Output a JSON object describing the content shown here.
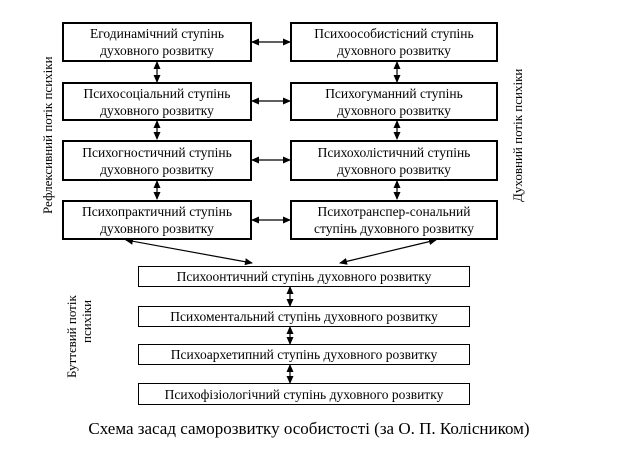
{
  "left_column": [
    {
      "label": "Егодинамічний ступінь духовного розвитку"
    },
    {
      "label": "Психосоціальний ступінь духовного розвитку"
    },
    {
      "label": "Психогностичний ступінь духовного розвитку"
    },
    {
      "label": "Психопрактичний ступінь духовного розвитку"
    }
  ],
  "right_column": [
    {
      "label": "Психоособистісний ступінь духовного розвитку"
    },
    {
      "label": "Психогуманний ступінь духовного розвитку"
    },
    {
      "label": "Психохолістичний ступінь духовного розвитку"
    },
    {
      "label": "Психотрансперсональний ступінь духовного розвитку"
    }
  ],
  "left_lines": [
    "Егодинамічний ступінь",
    "духовного розвитку",
    "Психосоціальний ступінь",
    "духовного розвитку",
    "Психогностичний ступінь",
    "духовного розвитку",
    "Психопрактичний ступінь",
    "духовного розвитку"
  ],
  "right_lines": [
    "Психоособистісний ступінь",
    "духовного розвитку",
    "Психогуманний ступінь",
    "духовного розвитку",
    "Психохолістичний ступінь",
    "духовного розвитку",
    "Психотранспер-сональний",
    "ступінь духовного розвитку"
  ],
  "bottom_column": [
    {
      "label": "Психоонтичний ступінь духовного розвитку"
    },
    {
      "label": "Психоментальний ступінь духовного розвитку"
    },
    {
      "label": "Психоархетипний ступінь духовного розвитку"
    },
    {
      "label": "Психофізіологічний ступінь духовного розвитку"
    }
  ],
  "side_labels": {
    "left": "Рефлексивний потік психіки",
    "right": "Духовний потік психіки",
    "bottom_line1": "Буттєвий потік",
    "bottom_line2": "психіки"
  },
  "caption": "Схема засад саморозвитку особистості (за О. П. Колісником)"
}
